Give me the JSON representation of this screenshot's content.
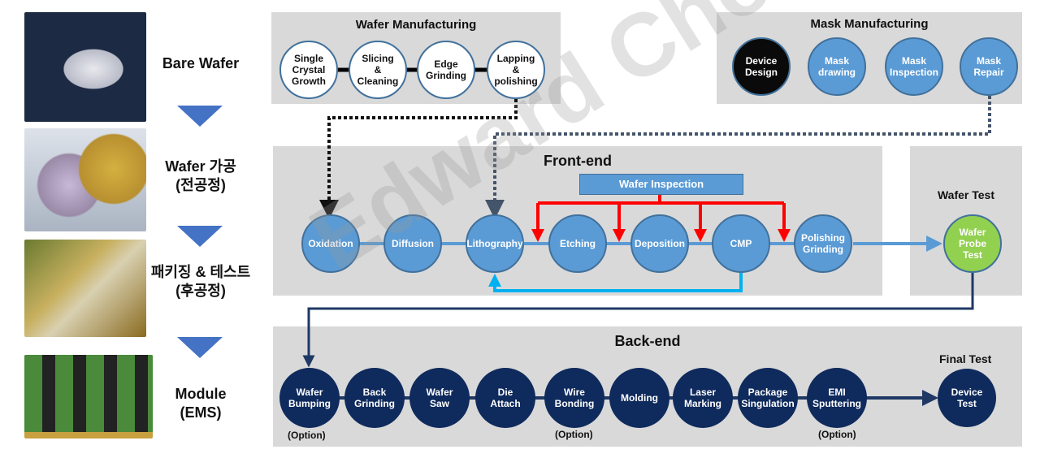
{
  "stages": [
    {
      "label_lines": [
        "Bare Wafer"
      ]
    },
    {
      "label_lines": [
        "Wafer 가공",
        "(전공정)"
      ]
    },
    {
      "label_lines": [
        "패키징 & 테스트",
        "(후공정)"
      ]
    },
    {
      "label_lines": [
        "Module",
        "(EMS)"
      ]
    }
  ],
  "wafer_manufacturing": {
    "title": "Wafer Manufacturing",
    "steps": [
      [
        "Single",
        "Crystal",
        "Growth"
      ],
      [
        "Slicing",
        "&",
        "Cleaning"
      ],
      [
        "Edge",
        "Grinding"
      ],
      [
        "Lapping",
        "&",
        "polishing"
      ]
    ]
  },
  "mask_manufacturing": {
    "title": "Mask Manufacturing",
    "steps": [
      [
        "Device",
        "Design"
      ],
      [
        "Mask",
        "drawing"
      ],
      [
        "Mask",
        "Inspection"
      ],
      [
        "Mask",
        "Repair"
      ]
    ]
  },
  "front_end": {
    "title": "Front-end",
    "inspection": "Wafer Inspection",
    "steps": [
      [
        "Oxidation"
      ],
      [
        "Diffusion"
      ],
      [
        "Lithography"
      ],
      [
        "Etching"
      ],
      [
        "Deposition"
      ],
      [
        "CMP"
      ],
      [
        "Polishing",
        "Grinding"
      ]
    ]
  },
  "wafer_test": {
    "title": "Wafer Test",
    "step": [
      "Wafer",
      "Probe",
      "Test"
    ]
  },
  "back_end": {
    "title": "Back-end",
    "final_test_title": "Final Test",
    "steps": [
      [
        "Wafer",
        "Bumping"
      ],
      [
        "Back",
        "Grinding"
      ],
      [
        "Wafer",
        "Saw"
      ],
      [
        "Die",
        "Attach"
      ],
      [
        "Wire",
        "Bonding"
      ],
      [
        "Molding"
      ],
      [
        "Laser",
        "Marking"
      ],
      [
        "Package",
        "Singulation"
      ],
      [
        "EMI",
        "Sputtering"
      ]
    ],
    "final_step": [
      "Device",
      "Test"
    ],
    "option_label": "(Option)"
  },
  "watermark": "Edward Choi",
  "colors": {
    "panel": "#d9d9d9",
    "front_end_circle": "#5b9bd5",
    "back_end_circle": "#0f2a5c",
    "wafer_probe": "#92d050",
    "red_arrow": "#ff0000",
    "loop_arrow": "#00b0f0",
    "stage_arrow": "#4472c4"
  }
}
